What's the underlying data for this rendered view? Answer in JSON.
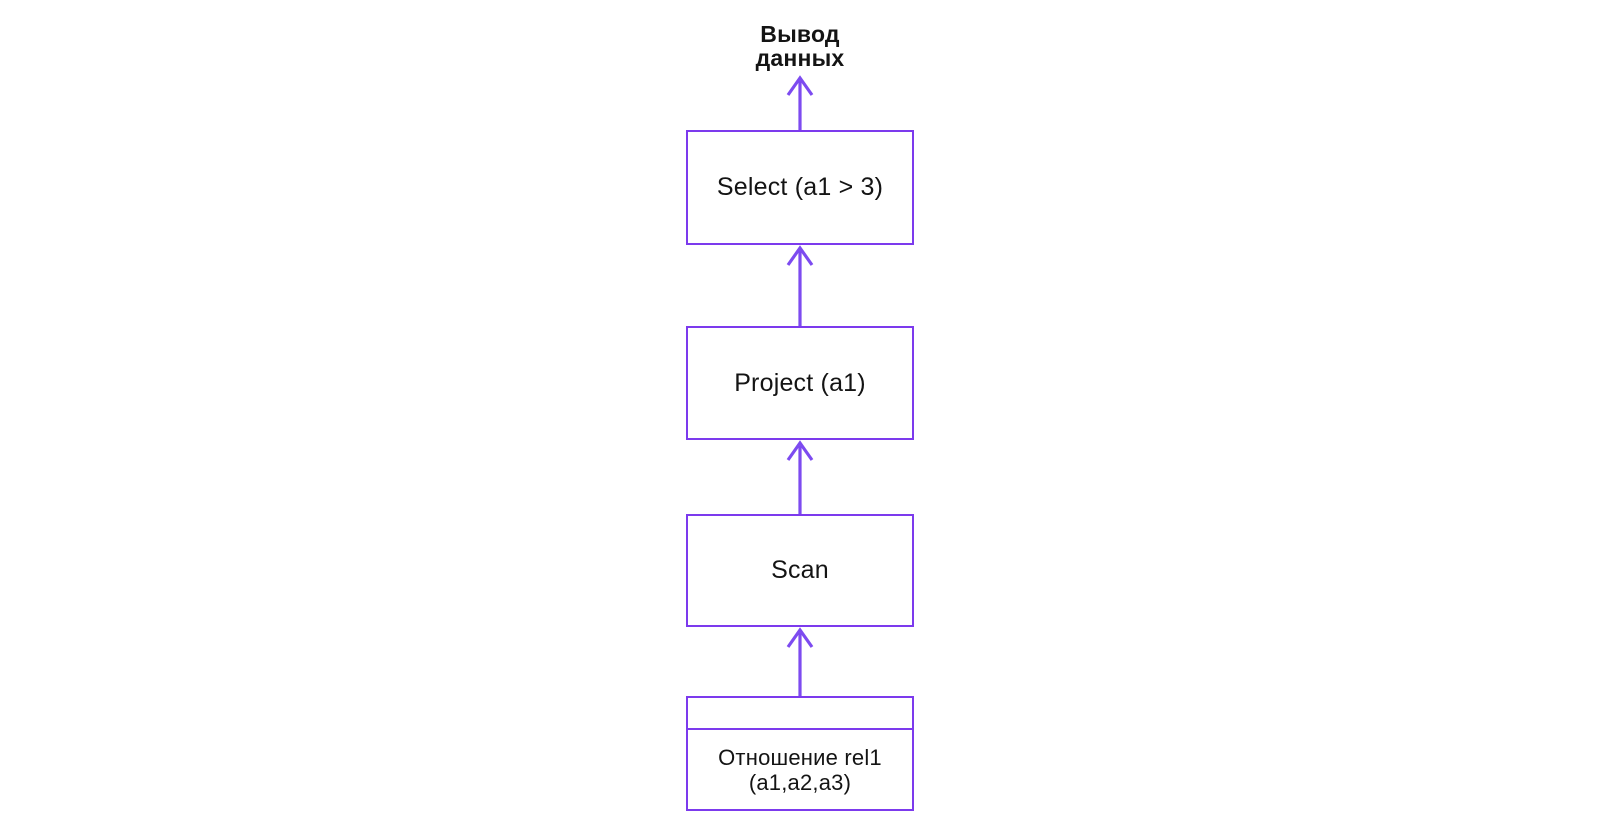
{
  "diagram": {
    "title_label": {
      "line1": "Вывод",
      "line2": "данных"
    },
    "nodes": [
      {
        "id": "select",
        "label": "Select (a1 > 3)"
      },
      {
        "id": "project",
        "label": "Project (a1)"
      },
      {
        "id": "scan",
        "label": "Scan"
      }
    ],
    "relation_node": {
      "header_text": "",
      "label_line1": "Отношение rel1",
      "label_line2": "(a1,a2,a3)"
    },
    "arrow_direction": "up",
    "colors": {
      "background": "#ffffff",
      "box_border": "#7c3aed",
      "arrow": "#7d4bf0",
      "text": "#141414"
    }
  }
}
